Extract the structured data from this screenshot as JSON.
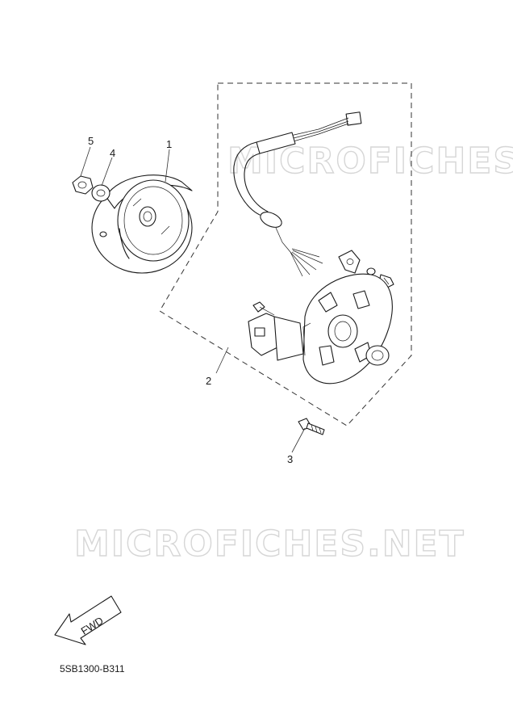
{
  "watermark": "MICROFICHES.NET",
  "fwd_label": "FWD",
  "diagram_code": "5SB1300-B311",
  "callouts": {
    "c1": "1",
    "c2": "2",
    "c3": "3",
    "c4": "4",
    "c5": "5"
  },
  "colors": {
    "line": "#1a1a1a",
    "watermark": "#d6d6d6",
    "background": "#ffffff"
  }
}
